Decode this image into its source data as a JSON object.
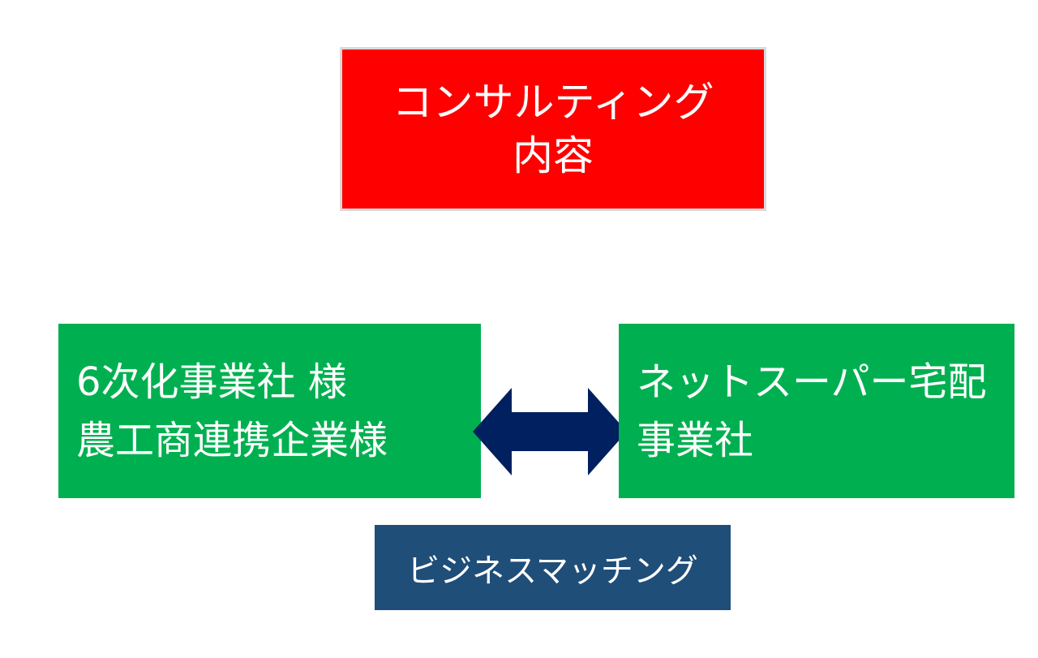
{
  "colors": {
    "consulting_box": "#ff0000",
    "party_boxes": "#00b050",
    "matching_box": "#1f4e79",
    "arrow": "#002060",
    "text": "#ffffff"
  },
  "consulting": {
    "line1": "コンサルティング",
    "line2": "内容"
  },
  "left_party": {
    "line1": "6次化事業社 様",
    "line2": "農工商連携企業様"
  },
  "right_party": {
    "line1": "ネットスーパー宅配",
    "line2": "事業社"
  },
  "matching": {
    "label": "ビジネスマッチング"
  },
  "icons": {
    "arrow": "double-headed-arrow-icon"
  }
}
